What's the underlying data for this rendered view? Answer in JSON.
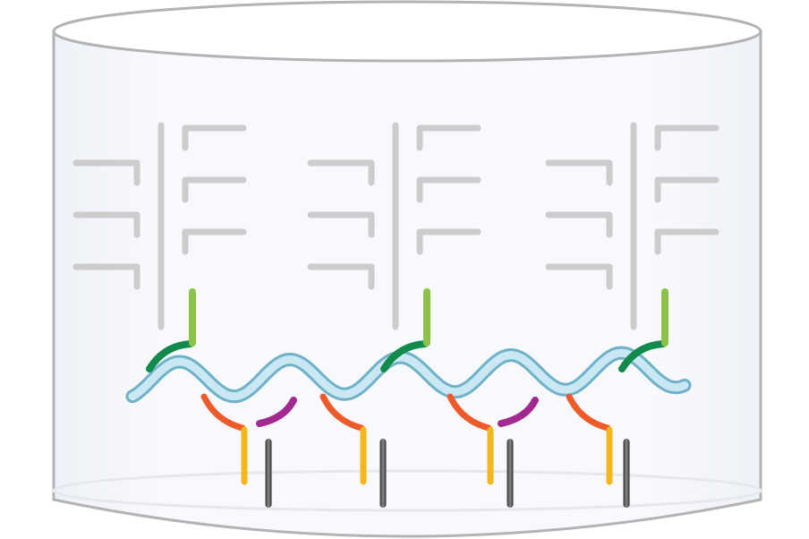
{
  "colors": {
    "vessel_outline": "#b3b3b3",
    "vessel_fill": "#f4f6fa",
    "branch_gray": "#cccccc",
    "stem_light_green": "#8bc34a",
    "arc_dark_green": "#128a4b",
    "wave_fill": "#c9e8f3",
    "wave_outline": "#6fb2c8",
    "arc_orange": "#ef5a2a",
    "arc_magenta": "#a3288f",
    "bar_yellow": "#f5b81c",
    "bar_dark_gray": "#555555"
  },
  "parts": [
    "cylinder-vessel",
    "branch-structure",
    "light-green-stem",
    "dark-green-arc",
    "wavy-strand",
    "orange-arc",
    "magenta-arc",
    "yellow-bar",
    "dark-gray-bar"
  ],
  "counts": {
    "branch_structures": 3,
    "wave_periods": 5,
    "orange_arcs": 4,
    "magenta_arcs": 2,
    "yellow_bars": 4,
    "dark_gray_bars": 4
  }
}
